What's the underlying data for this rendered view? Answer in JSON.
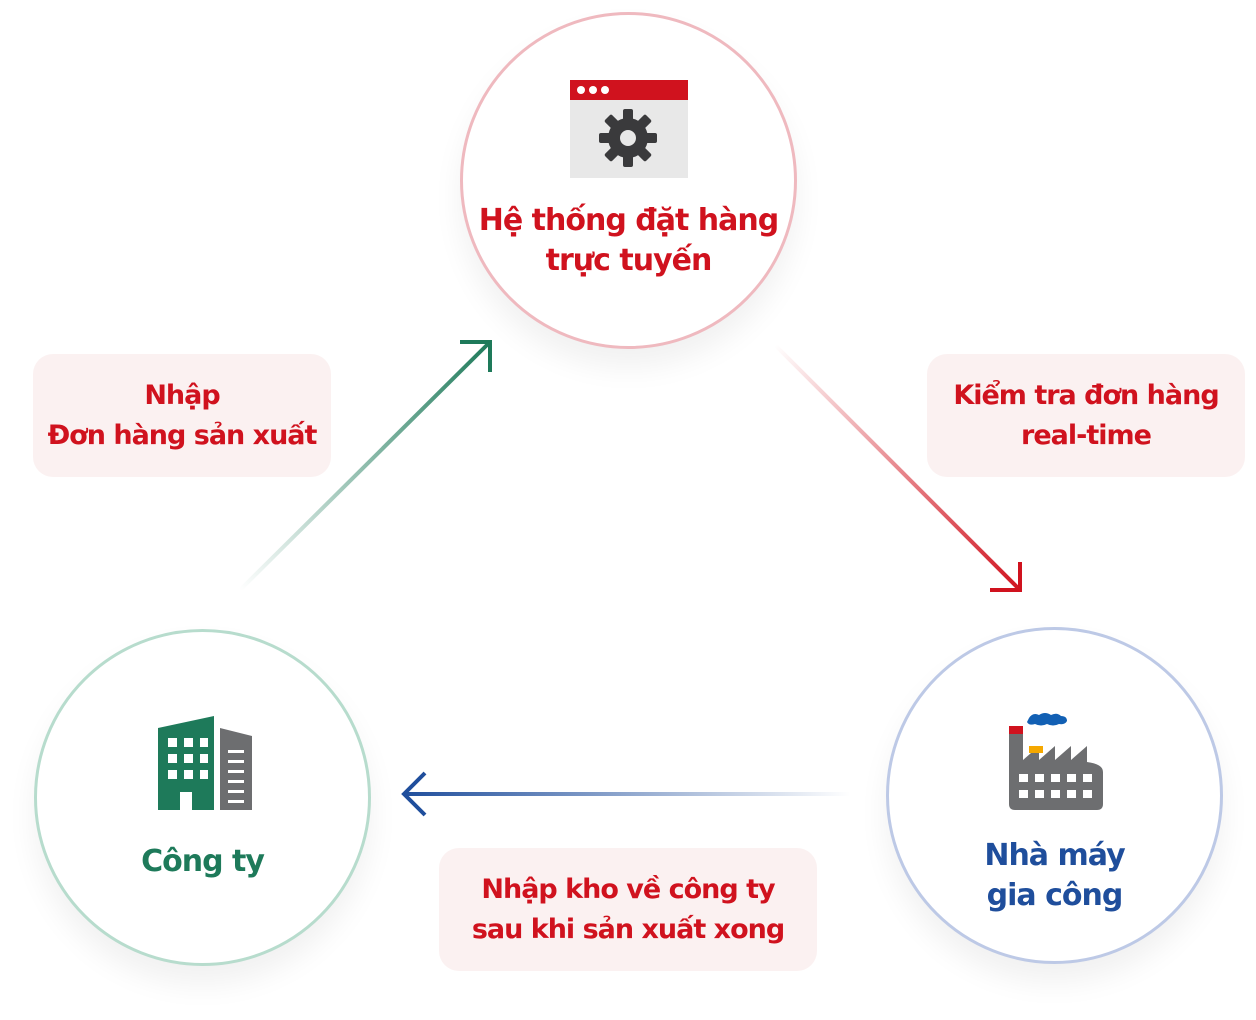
{
  "nodes": {
    "system": {
      "line1": "Hệ thống đặt hàng",
      "line2": "trực tuyến",
      "icon": "browser-gear-icon",
      "color": "#d0121e"
    },
    "company": {
      "label": "Công ty",
      "icon": "building-icon",
      "color": "#1e7a5a"
    },
    "factory": {
      "line1": "Nhà máy",
      "line2": "gia công",
      "icon": "factory-icon",
      "color": "#1f4e9c"
    }
  },
  "labels": {
    "input_order": {
      "line1": "Nhập",
      "line2": "Đơn hàng sản xuất"
    },
    "check_order": {
      "line1": "Kiểm tra đơn hàng",
      "line2": "real-time"
    },
    "warehouse": {
      "line1": "Nhập kho về công ty",
      "line2": "sau khi sản xuất xong"
    }
  }
}
